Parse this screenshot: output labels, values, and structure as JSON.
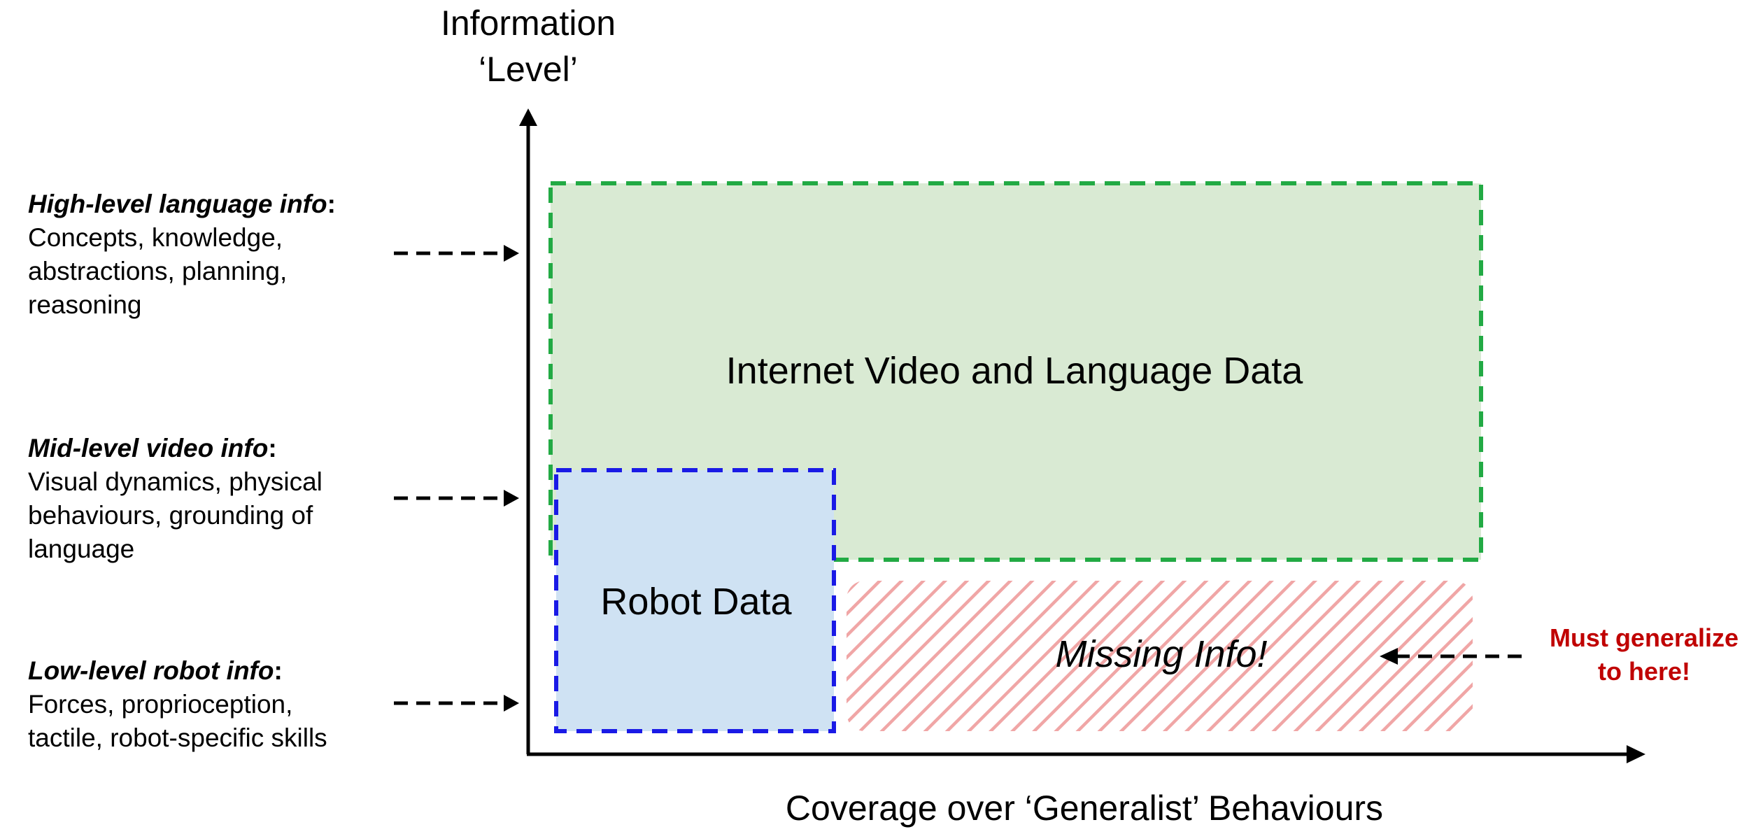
{
  "axes": {
    "y_title": "Information\n‘Level’",
    "x_title": "Coverage over ‘Generalist’ Behaviours"
  },
  "levels": [
    {
      "head": "High-level language info",
      "colon": ":",
      "lines": [
        "Concepts, knowledge,",
        "abstractions, planning,",
        "reasoning"
      ]
    },
    {
      "head": "Mid-level video info",
      "colon": ":",
      "lines": [
        "Visual dynamics, physical",
        "behaviours, grounding of",
        "language"
      ]
    },
    {
      "head": "Low-level robot info",
      "colon": ":",
      "lines": [
        "Forces, proprioception,",
        "tactile, robot-specific skills"
      ]
    }
  ],
  "regions": {
    "internet": "Internet Video and Language Data",
    "robot": "Robot Data",
    "missing": "Missing Info!"
  },
  "callout": {
    "line1": "Must generalize",
    "line2": "to here!"
  },
  "colors": {
    "internet_fill": "#d9ead3",
    "internet_border": "#22aa44",
    "robot_fill": "#cfe2f3",
    "robot_border": "#1a1ae6",
    "missing_hatch": "#f0a6a6",
    "callout_text": "#c00000"
  }
}
